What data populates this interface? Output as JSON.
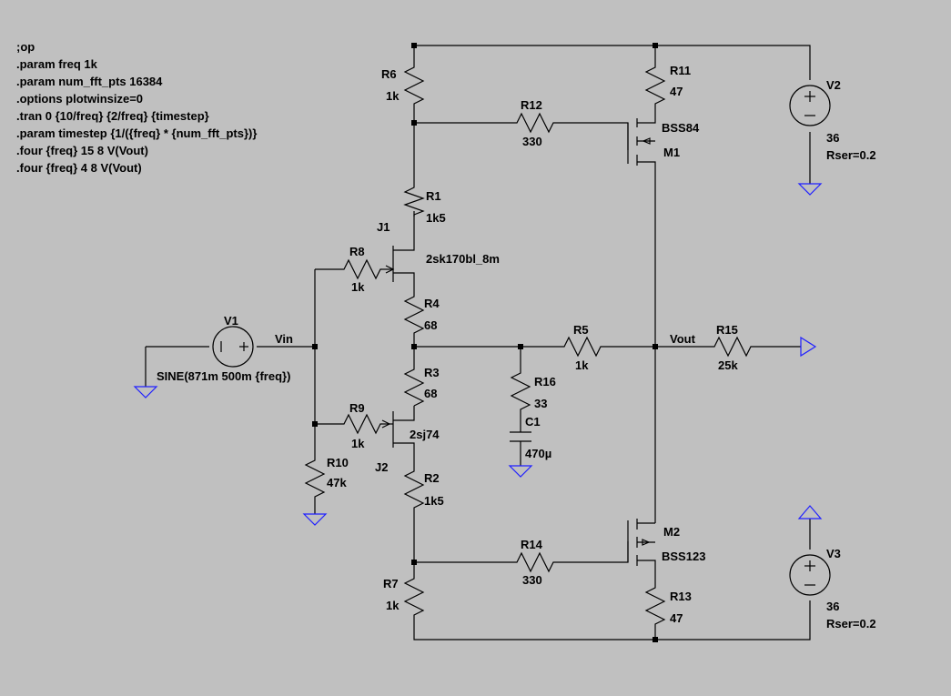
{
  "directives": [
    ";op",
    ".param freq 1k",
    ".param num_fft_pts 16384",
    ".options plotwinsize=0",
    ".tran 0 {10/freq} {2/freq} {timestep}",
    ".param timestep {1/({freq} * {num_fft_pts})}",
    ".four {freq} 15 8 V(Vout)",
    ".four {freq} 4 8 V(Vout)"
  ],
  "components": {
    "R6": {
      "name": "R6",
      "value": "1k"
    },
    "R11": {
      "name": "R11",
      "value": "47"
    },
    "R12": {
      "name": "R12",
      "value": "330"
    },
    "M1": {
      "name": "M1",
      "model": "BSS84"
    },
    "V2": {
      "name": "V2",
      "value": "36",
      "rser": "Rser=0.2"
    },
    "R1": {
      "name": "R1",
      "value": "1k5"
    },
    "J1": {
      "name": "J1",
      "model": "2sk170bl_8m"
    },
    "R8": {
      "name": "R8",
      "value": "1k"
    },
    "R4": {
      "name": "R4",
      "value": "68"
    },
    "V1": {
      "name": "V1",
      "value": "SINE(871m 500m {freq})"
    },
    "R5": {
      "name": "R5",
      "value": "1k"
    },
    "R15": {
      "name": "R15",
      "value": "25k"
    },
    "R16": {
      "name": "R16",
      "value": "33"
    },
    "C1": {
      "name": "C1",
      "value": "470µ"
    },
    "R3": {
      "name": "R3",
      "value": "68"
    },
    "R9": {
      "name": "R9",
      "value": "1k"
    },
    "J2": {
      "name": "J2",
      "model": "2sj74"
    },
    "R10": {
      "name": "R10",
      "value": "47k"
    },
    "R2": {
      "name": "R2",
      "value": "1k5"
    },
    "M2": {
      "name": "M2",
      "model": "BSS123"
    },
    "R14": {
      "name": "R14",
      "value": "330"
    },
    "R7": {
      "name": "R7",
      "value": "1k"
    },
    "R13": {
      "name": "R13",
      "value": "47"
    },
    "V3": {
      "name": "V3",
      "value": "36",
      "rser": "Rser=0.2"
    }
  },
  "nets": {
    "vin": "Vin",
    "vout": "Vout"
  }
}
